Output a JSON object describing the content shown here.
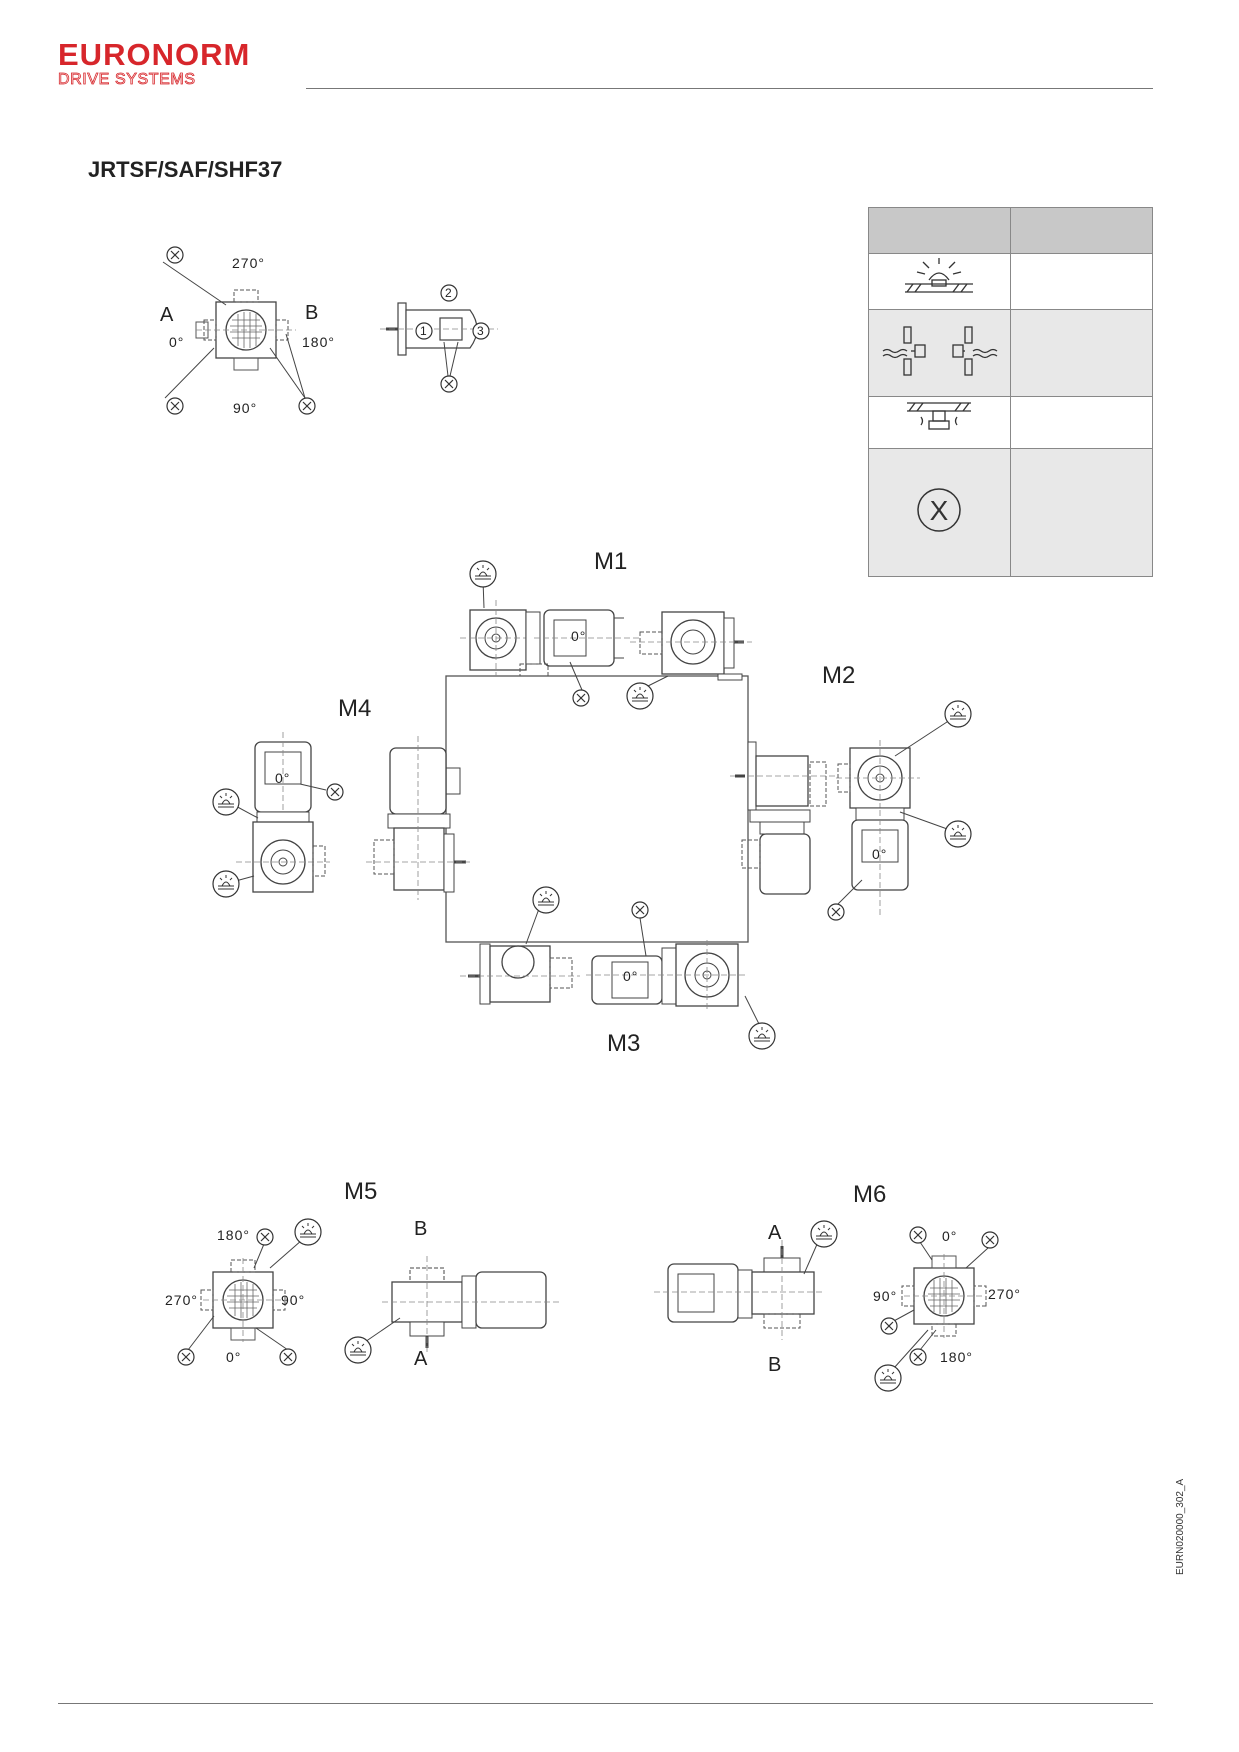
{
  "header": {
    "brand": "EURONORM",
    "brand_sub": "DRIVE SYSTEMS",
    "title": "JRTSF/SAF/SHF37"
  },
  "doc_id": "EURN020000_302_A",
  "legend": {
    "rows": [
      {
        "icon": "breather-valve-icon",
        "text": ""
      },
      {
        "icon": "oil-level-plug-icon",
        "text": ""
      },
      {
        "icon": "drain-plug-icon",
        "text": ""
      },
      {
        "icon": "terminal-box-x-icon",
        "text": ""
      }
    ]
  },
  "orientation_detail": {
    "angles": [
      "270°",
      "0°",
      "180°",
      "90°"
    ],
    "sides": [
      "A",
      "B"
    ],
    "positions": [
      "1",
      "2",
      "3"
    ],
    "marker": "X"
  },
  "mounting_positions": [
    "M1",
    "M2",
    "M3",
    "M4",
    "M5",
    "M6"
  ],
  "motor_angle": "0°",
  "m5": {
    "angles": [
      "180°",
      "270°",
      "90°",
      "0°"
    ],
    "sides": [
      "B",
      "A"
    ]
  },
  "m6": {
    "angles": [
      "0°",
      "90°",
      "270°",
      "180°"
    ],
    "sides": [
      "A",
      "B"
    ]
  },
  "colors": {
    "brand": "#d7262b",
    "line": "#555555",
    "table_header": "#c8c8c8",
    "table_shade": "#e8e8e8"
  }
}
